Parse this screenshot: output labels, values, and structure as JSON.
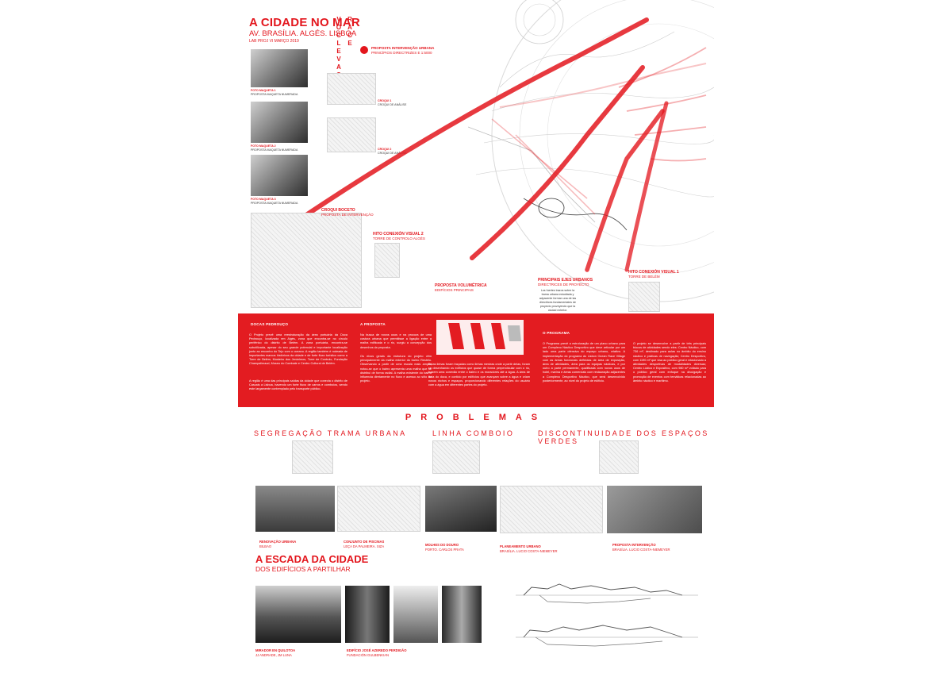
{
  "header": {
    "title": "A CIDADE NO MAR",
    "subtitle": "AV. BRASÍLIA. ALGÉS. LISBOA",
    "lab": "LAB PROJ VI MARÇO 2019",
    "vertical_1": "VOCLEVAON",
    "vertical_2": "RACE",
    "legend_title": "PROPOSTA INTERVENÇÃO URBANA",
    "legend_sub": "PRINCÍPIOS DIRECTRIZES   E 1:5000"
  },
  "left_photos": [
    {
      "label": "FOTO MAQUETA 1",
      "sub": "PROPOSTA MAQUETA NUMERADA"
    },
    {
      "label": "FOTO MAQUETA 2",
      "sub": "PROPOSTA MAQUETA NUMERADA"
    },
    {
      "label": "FOTO MAQUETA 3",
      "sub": "PROPOSTA MAQUETA NUMERADA"
    }
  ],
  "sketches": [
    {
      "label": "CROQUI 1",
      "sub": "CROQUI DE ANÁLISE"
    },
    {
      "label": "CROQUI 2",
      "sub": "CROQUI DE ANÁLISE"
    }
  ],
  "tags": {
    "croqui_title": "CROQUI BOCETO",
    "croqui_sub": "PROPOSTA DE INTERVENÇÃO",
    "hito2_title": "HITO CONEXIÓN VISUAL 2",
    "hito2_sub": "TORRE DE CONTROLO ALGÉS",
    "volumetrica_title": "PROPOSTA VOLUMÉTRICA",
    "volumetrica_sub": "EDIFÍCIOS PRINCIPAIS",
    "ejes_title": "PRINCIPAIS EJES URBANOS",
    "ejes_sub": "DIRECTRICES DE PROYECTO",
    "ejes_note": "Los fuertes trazos sobre la trama urbana estudiada y adyacente forman una de las directrices fundamentales de proyecto proveyendo que la ciudad exterior.",
    "hito1_title": "HITO CONEXIÓN VISUAL 1",
    "hito1_sub": "TORRE DE BELÉM"
  },
  "band": {
    "docas_title": "DOCAS PEDROUÇO",
    "docas_text_1": "O Projeto prevê uma reestruturação da área portuária da Doca Pedrouço, localizada em Algés, zona que encontra-se no círculo periférico do distrito de Belém. A zona portuária, encontra-se subutilizada, apesar do seu grande potencial e importante localização junto ao encontro do Tejo com o oceano. A região também é rodeada de importantes marcos históricos da cidade e de forte fluxo turístico como a Torre de Belém, Mosteiro dos Jerónimos, Torre de Controlo, Fundação Champalimaud, Museu do Combate e Centro Cultural de Belém.",
    "docas_text_2": "A região é uma das principais saídas da cidade que conecta o distrito de Cascais a Lisboa, havendo um forte fluxo de carros e comboios, sendo este largamente contemplado pelo transporte público.",
    "proposta_title": "A PROPOSTA",
    "proposta_text_1": "Na busca de novos usos e na procura de uma costura urbana que permitisse a ligação entre a malha edificada e o rio, surgiu a concepção dos desenhos da proposta.",
    "proposta_text_2": "Os eixos gerais da estrutura do projeto vêm principalmente da malha exterior do bairro Restelo. Observando a partir de uma escala mais ampla, notou-se que o bairro apresenta uma malha que se distribui de forma radial. A malha existente do bairro influencia diretamente no fluxo e acesso ao sítio do projeto.",
    "proposta_text_3": "Estas linhas foram traçadas como linhas mestras onde a partir delas, foram se desenhando os edifícios que quase de forma perpendicular com o rio, trazem uma conexão entre o bairro e os moradores até a água. A área de bata do doca, e contido por edifícios que avançam sobre a água e criam novos nichos e espaços, proporcionando diferentes relações do usuário com a água em diferentes partes do projeto.",
    "programa_title": "O PROGRAMA",
    "programa_text_1": "O Programa prevê a estruturação de um plano urbano para um Complexo Náutico Desportivo que deve articular por um lado uma parte ofensiva do espaço urbano, criativo. A implementação do programa do Lisbon Ocean Race Village com as áreas funcionais definidas de área de exposição, área de atividades, área para os equipas náuticas, e por outro a parte permanente, qualificada com novos usos de hotel, marina e áreas comerciais com restauração adjacentes a Complexo Desportivo Náutico, que será desenvolvido posteriormente, ao nível do projeto de edifício.",
    "programa_text_2": "O projeto se desenvolve a partir de três principais blocos de atividades sendo eles: Centro Náutico, com 736 m², destinado para aulas no âmbito do ensino náutico e práticas de navegação; Centro Desportivo, com 1190 m² que visa ao público geral e relacionado a atividades desportivas de modalidades diversas; Centro Lúdico e Expositivo, com 980 m² voltado para o público geral com enfoque na divulgação e promoção de eventos com temáticas relacionadas ao âmbito náutico e marítimo."
  },
  "problems": {
    "heading": "PROBLEMAS",
    "titles": [
      "SEGREGAÇÃO TRAMA URBANA",
      "LINHA COMBOIO",
      "DISCONTINUIDADE DOS ESPAÇOS VERDES"
    ]
  },
  "references": [
    {
      "title": "RENOVAÇÃO URBANA",
      "sub": "BILBAO"
    },
    {
      "title": "CONJUNTO DE PISCINAS",
      "sub": "LEÇA DA PALMEIRA. SIZA"
    },
    {
      "title": "MOLHES DO DOURO",
      "sub": "PORTO. CARLOS PRATA"
    },
    {
      "title": "PLANEAMENTO URBANO",
      "sub": "BRASÍLIA. LUCIO COSTA-NIEMEYER"
    },
    {
      "title": "PROPOSTA INTERVENÇÃO",
      "sub": "BRASÍLIA. LUCIO COSTA-NIEMEYER"
    }
  ],
  "escada": {
    "title": "A ESCADA DA CIDADE",
    "sub": "DOS EDIFÍCIOS A PARTILHAR",
    "cap1_title": "MIRADOR EN QUILOTOA",
    "cap1_sub": "JJ ANDRADE, JM LUNA",
    "cap2_title": "EDIFÍCIO JOSÉ AZEREDO PERDIGÃO",
    "cap2_sub": "FUNDACIÓN GULBENKIAN"
  },
  "colors": {
    "accent": "#e3161d",
    "band": "#e31c21"
  }
}
